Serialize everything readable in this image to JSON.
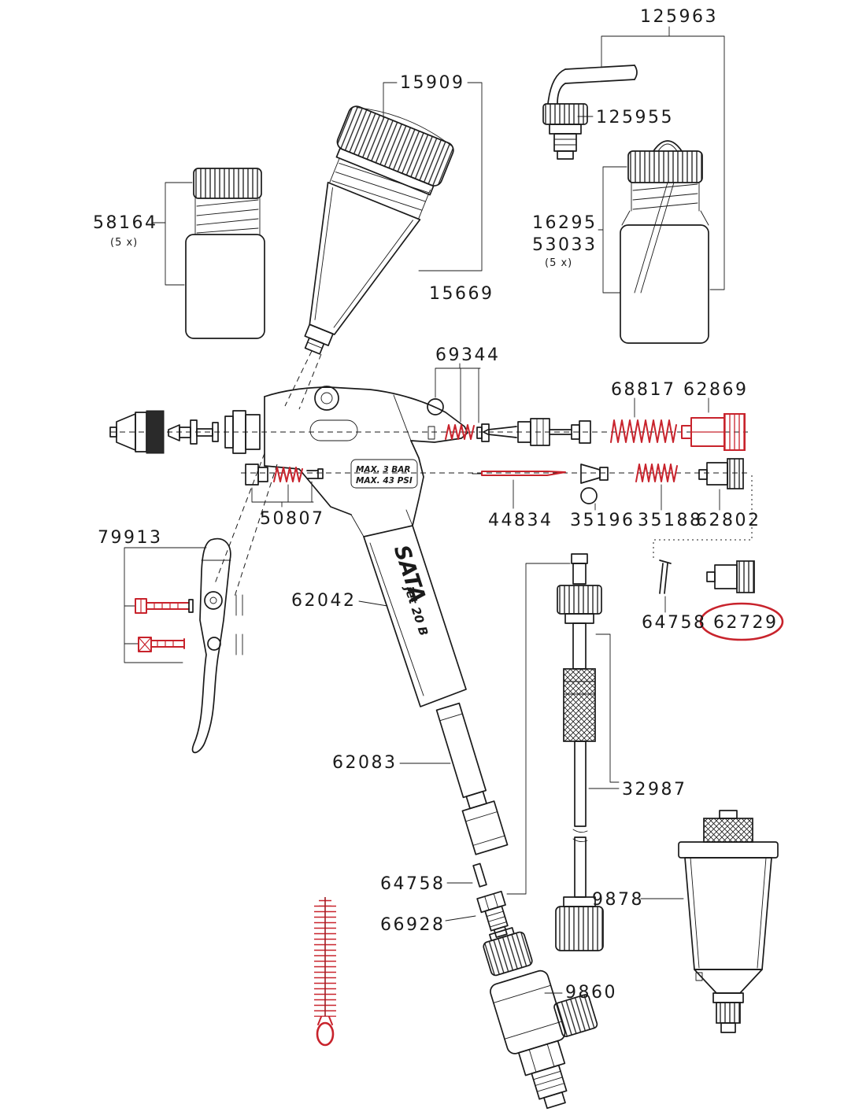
{
  "diagram": {
    "title": "SATA jet 20 B spray gun exploded parts diagram",
    "colors": {
      "line": "#1a1a1a",
      "accent_red": "#c8232c"
    },
    "labels": {
      "p125963": "125963",
      "p15909": "15909",
      "p125955": "125955",
      "p58164": "58164",
      "p58164_qty": "(5 x)",
      "p16295": "16295",
      "p53033": "53033",
      "p53033_qty": "(5 x)",
      "p15669": "15669",
      "p69344": "69344",
      "p68817": "68817",
      "p62869": "62869",
      "p50807": "50807",
      "p44834": "44834",
      "p35196": "35196",
      "p35188": "35188",
      "p62802": "62802",
      "p79913": "79913",
      "p62042": "62042",
      "p64758_right": "64758",
      "p62729": "62729",
      "p62083": "62083",
      "p64758_bottom": "64758",
      "p66928": "66928",
      "p32987": "32987",
      "p9878": "9878",
      "p9860": "9860"
    },
    "gun": {
      "brand": "SATA",
      "model": "jet 20 B",
      "max_bar": "MAX.  3 BAR",
      "max_psi": "MAX. 43 PSI"
    }
  }
}
